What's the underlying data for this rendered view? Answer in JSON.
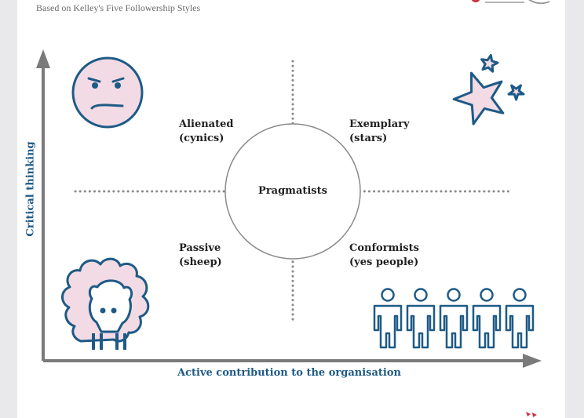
{
  "subtitle": "Based on Kelley's Five Followership Styles",
  "axes": {
    "x_label": "Active contribution to the organisation",
    "y_label": "Critical thinking"
  },
  "quadrants": {
    "top_left": {
      "title": "Alienated",
      "subtitle": "(cynics)"
    },
    "top_right": {
      "title": "Exemplary",
      "subtitle": "(stars)"
    },
    "bottom_left": {
      "title": "Passive",
      "subtitle": "(sheep)"
    },
    "bottom_right": {
      "title": "Conformists",
      "subtitle": "(yes people)"
    }
  },
  "center_label": "Pragmatists",
  "colors": {
    "blue": "#1e5a86",
    "pink_fill": "#f2dbe4",
    "axis_gray": "#7a7a7a",
    "dots_gray": "#8a8a8a"
  },
  "icons": [
    "frown-face-icon",
    "stars-icon",
    "sheep-icon",
    "people-icon"
  ]
}
